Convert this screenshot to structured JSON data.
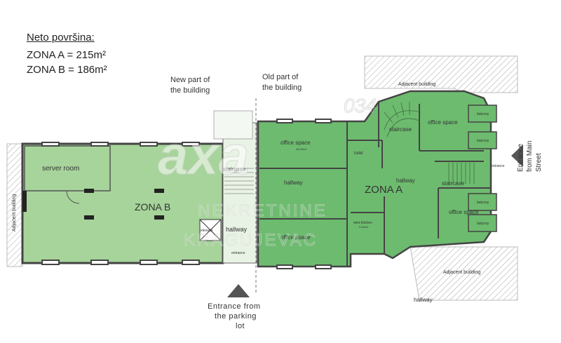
{
  "legend": {
    "heading": "Neto površina:",
    "zone_a": "ZONA A = 215m²",
    "zone_b": "ZONA B = 186m²"
  },
  "annotations": {
    "new_part": [
      "New part of",
      "the building"
    ],
    "old_part": [
      "Old part of",
      "the building"
    ],
    "adjacent_building": "Adjacent building",
    "entrance_parking": [
      "Entrance from",
      "the parking",
      "lot"
    ],
    "entrance_street": [
      "Entrance",
      "from Main",
      "Street"
    ]
  },
  "rooms": {
    "server_room": "server room",
    "zona_b": "ZONA B",
    "zona_a": "ZONA A",
    "staircase": "staircase",
    "hallway": "hallway",
    "elevator": "elevator",
    "entrance": "entrance",
    "office_space": "office space",
    "office_area": "48.00m2",
    "toilet": "toilet",
    "mini_kitchen": "mini-kitchen",
    "mini_kitchen_area": "5.30m2",
    "balcony": "balcony"
  },
  "watermark": {
    "logo": "axa",
    "number": "034",
    "line1": "NEKRETNINE",
    "line2": "KRAGUJEVAC"
  },
  "colors": {
    "zone_b_fill": "#a6d49a",
    "zone_a_fill": "#6dbb6f",
    "wall": "#444444",
    "hatch": "#9a9a9a"
  }
}
